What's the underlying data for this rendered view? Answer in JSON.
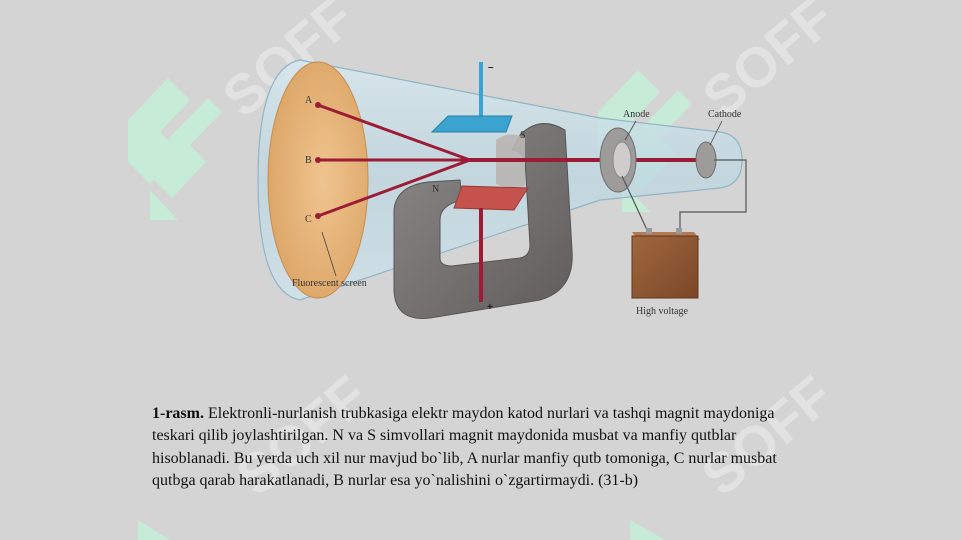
{
  "diagram": {
    "labels": {
      "ray_a": "A",
      "ray_b": "B",
      "ray_c": "C",
      "magnet_s": "S",
      "magnet_n": "N",
      "anode": "Anode",
      "cathode": "Cathode",
      "fluorescent_screen": "Fluorescent screen",
      "high_voltage": "High voltage",
      "plate_negative": "–",
      "plate_positive": "+"
    },
    "watermark_text": "SOFF"
  },
  "caption": {
    "figure_number": "1-rasm.",
    "text": " Elektronli-nurlanish trubkasiga elektr maydon katod nurlari va tashqi magnit maydoniga teskari qilib joylashtirilgan.  N va S simvollari magnit maydonida musbat va manfiy qutblar hisoblanadi. Bu yerda uch xil nur mavjud bo`lib, A nurlar manfiy qutb tomoniga, C nurlar musbat qutbga qarab harakatlanadi, B nurlar esa yo`nalishini o`zgartirmaydi. (31-b)"
  },
  "colors": {
    "background": "#d4d4d4",
    "tube_glass": "#c8dde6",
    "screen": "#e6b57c",
    "ray": "#9c1c36",
    "top_plate": "#3ba3cf",
    "bottom_plate": "#c5524d",
    "magnet": "#7b7877",
    "battery": "#8a5536",
    "watermark": "#c5f1d9"
  }
}
